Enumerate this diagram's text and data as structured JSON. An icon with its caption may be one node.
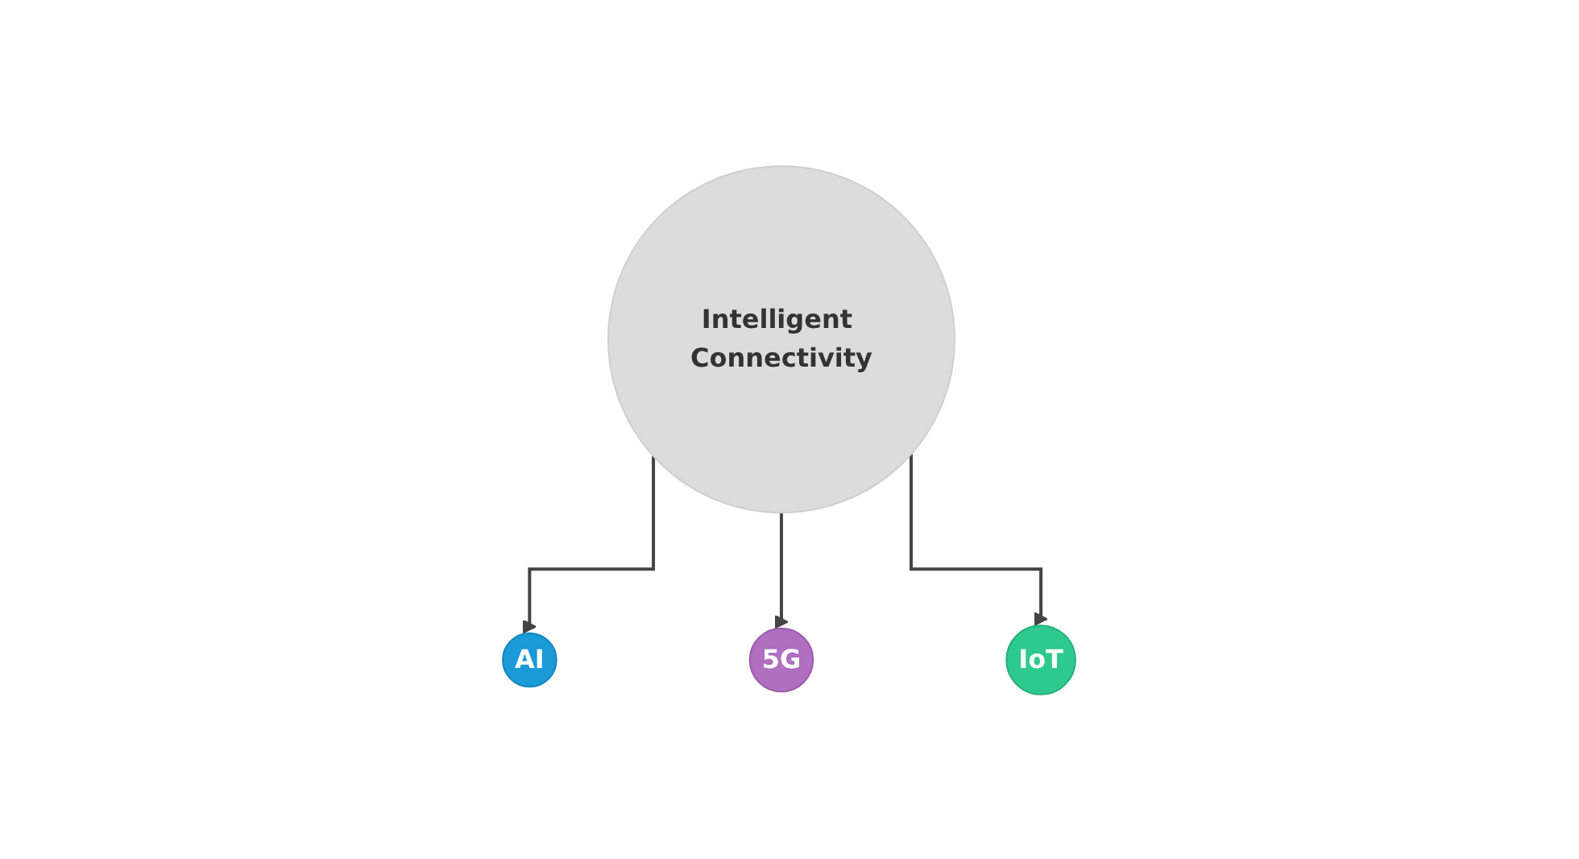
{
  "diagram": {
    "nodes": [
      {
        "text": [
          "Intelligent Connectivity"
        ]
      },
      {
        "text": [
          "AI"
        ]
      },
      {
        "text": [
          "5G"
        ]
      },
      {
        "text": [
          "IoT"
        ]
      }
    ],
    "edges": [
      {
        "from": 0,
        "to": 1,
        "arrow": "to"
      },
      {
        "from": 0,
        "to": 2,
        "arrow": "to"
      },
      {
        "from": 0,
        "to": 3,
        "arrow": "to"
      }
    ]
  }
}
